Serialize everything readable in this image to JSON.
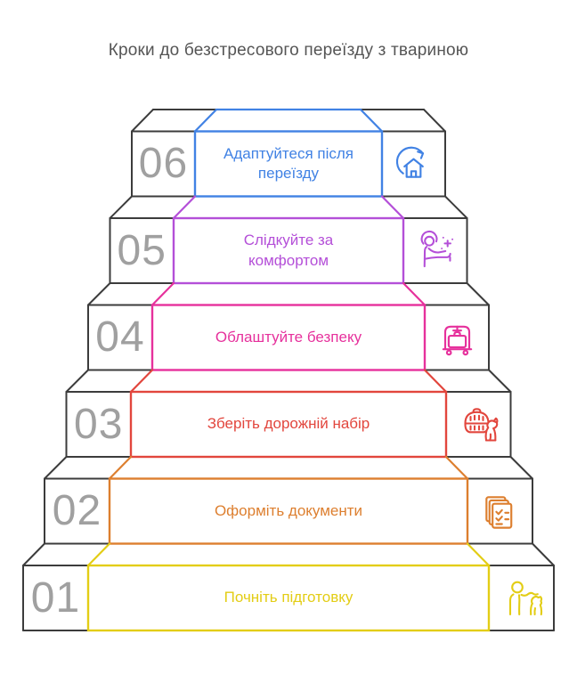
{
  "title": "Кроки до безстресового переїзду з твариною",
  "colors": {
    "background": "#ffffff",
    "outline": "#3c3c3c",
    "number": "#a0a0a0",
    "title": "#555555"
  },
  "steps": [
    {
      "number": "06",
      "label": "Адаптуйтеся після переїзду",
      "color": "#4182e4",
      "icon": "house-refresh-icon"
    },
    {
      "number": "05",
      "label": "Слідкуйте за комфортом",
      "color": "#b44fd8",
      "icon": "person-relaxing-icon"
    },
    {
      "number": "04",
      "label": "Облаштуйте безпеку",
      "color": "#e6319c",
      "icon": "luggage-cart-icon"
    },
    {
      "number": "03",
      "label": "Зберіть дорожній набір",
      "color": "#e2463d",
      "icon": "pet-carrier-dog-icon"
    },
    {
      "number": "02",
      "label": "Оформіть документи",
      "color": "#dd7f2f",
      "icon": "documents-checklist-icon"
    },
    {
      "number": "01",
      "label": "Почніть підготовку",
      "color": "#e3cd15",
      "icon": "person-with-dog-icon"
    }
  ]
}
